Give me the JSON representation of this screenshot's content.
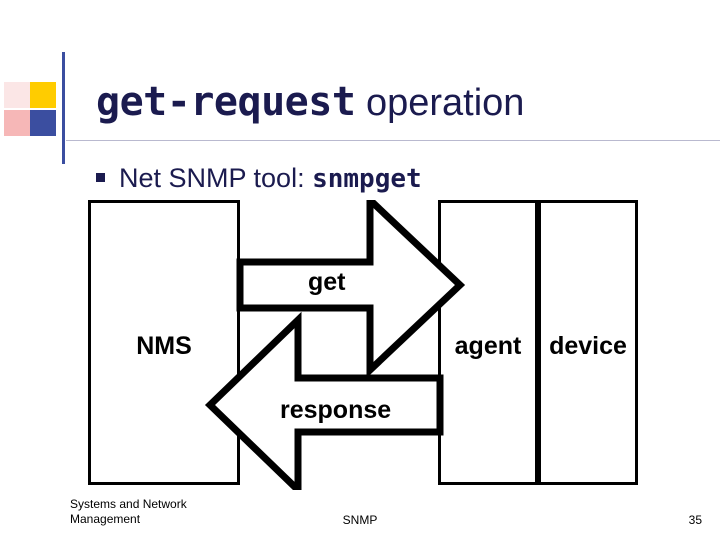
{
  "slide": {
    "title": {
      "mono_part": "get-request",
      "plain_part": " operation"
    },
    "bullet": {
      "marker": "■",
      "text_plain": "Net SNMP tool: ",
      "text_mono": "snmpget"
    },
    "diagram": {
      "type": "message-flow",
      "boxes": [
        {
          "name": "nms",
          "label": "NMS"
        },
        {
          "name": "agent",
          "label": "agent"
        },
        {
          "name": "device",
          "label": "device"
        }
      ],
      "arrows": [
        {
          "name": "get-arrow",
          "label": "get",
          "direction": "left-to-right"
        },
        {
          "name": "response-arrow",
          "label": "response",
          "direction": "right-to-left"
        }
      ]
    },
    "footer": {
      "left_line1": "Systems and Network",
      "left_line2": "Management",
      "center": "SNMP",
      "page_number": "35"
    },
    "colors": {
      "title": "#1b1b4f",
      "accent_blue": "#3b4ea0",
      "accent_yellow": "#ffcc00",
      "accent_red": "#f6b7b7",
      "rule": "#b9b9cf"
    }
  }
}
